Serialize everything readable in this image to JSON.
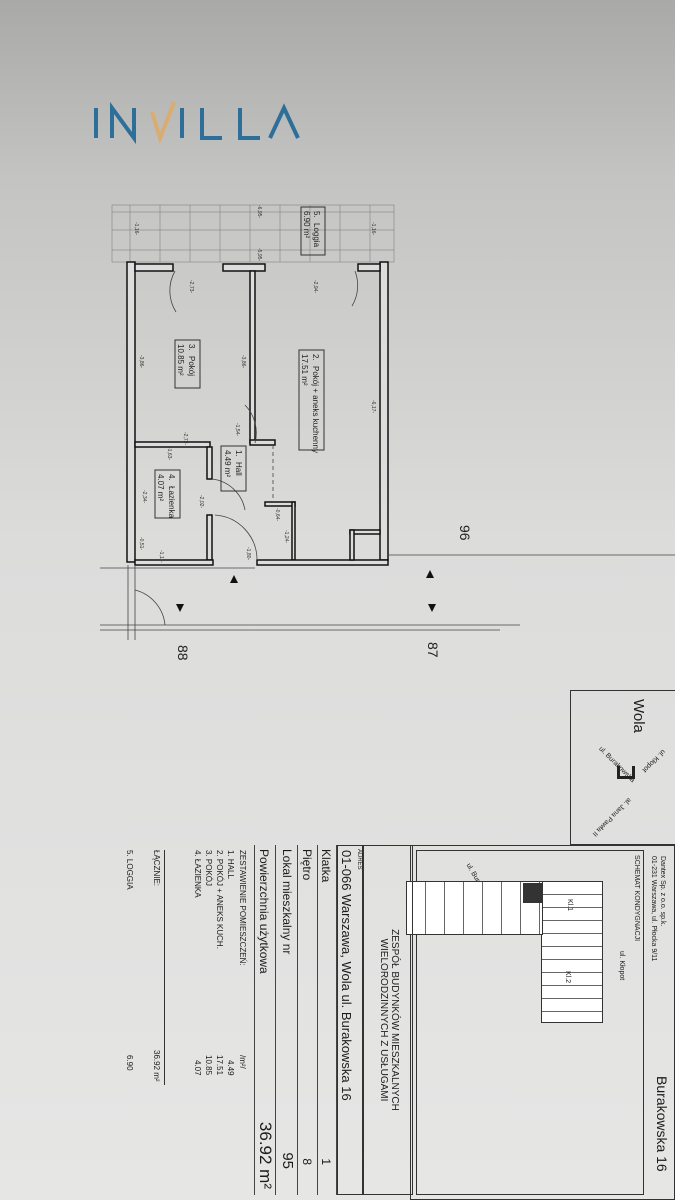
{
  "logo": {
    "text": "INVILLA",
    "brand_color": "#2e6f9a",
    "accent_color": "#d9ad72"
  },
  "floor_plan": {
    "rooms": [
      {
        "number": "1.",
        "name": "Hall",
        "area": "4.49 m²"
      },
      {
        "number": "2.",
        "name": "Pokój + aneks kuchenny",
        "area": "17.51 m²"
      },
      {
        "number": "3.",
        "name": "Pokój",
        "area": "10.85 m²"
      },
      {
        "number": "4.",
        "name": "Łazienka",
        "area": "4.07 m²"
      },
      {
        "number": "5.",
        "name": "Loggia",
        "area": "6.90 m²"
      }
    ],
    "dimensions": [
      "-2,73-",
      "-2,94-",
      "-3,86-",
      "-3,86-",
      "-6,17-",
      "-2,72-",
      "-1,63-",
      "-1,54-",
      "-2,34-",
      "-2,02-",
      "-0,51-",
      "-1,11-",
      "-1,24-",
      "-1,80-",
      "-0,64-",
      "-1,16-",
      "-1,16-",
      "-6,95-",
      "-5,95-"
    ],
    "unit_numbers": [
      "96",
      "87",
      "88"
    ]
  },
  "map": {
    "district": "Wola",
    "streets": [
      "ul. Kłopot",
      "ul. Burakowska",
      "al. Jana Pawła II"
    ]
  },
  "company": {
    "name": "Dantex Sp. z o.o. sp.k.",
    "address": "01-231 Warszawa, ul. Płocka 9/11",
    "project": "Burakowska 16",
    "schema_label": "SCHEMAT KONDYGNACJI",
    "site_streets": [
      "ul. Kłopot",
      "ul. Burakowska"
    ],
    "stairs": [
      "Kl.1",
      "Kl.2"
    ]
  },
  "info": {
    "title_line1": "ZESPÓŁ BUDYNKÓW MIESZKALNYCH",
    "title_line2": "WIELORODZINNYCH Z USŁUGAMI",
    "address_label": "ADRES",
    "address": "01-066 Warszawa, Wola ul. Burakowska 16",
    "fields": [
      {
        "label": "Klatka",
        "value": "1"
      },
      {
        "label": "Piętro",
        "value": "8"
      },
      {
        "label": "Lokal mieszkalny nr",
        "value": "95"
      },
      {
        "label": "Powierzchnia użytkowa",
        "value": "36.92 m²"
      }
    ],
    "rooms_header": "ZESTAWIENIE POMIESZCZEŃ:",
    "rooms_unit": "/m²/",
    "rooms": [
      {
        "label": "1. HALL",
        "value": "4.49"
      },
      {
        "label": "2. POKÓJ + ANEKS KUCH.",
        "value": "17.51"
      },
      {
        "label": "3. POKÓJ",
        "value": "10.85"
      },
      {
        "label": "4. ŁAZIENKA",
        "value": "4.07"
      }
    ],
    "total_label": "ŁĄCZNIE:",
    "total_value": "36.92 m²",
    "loggia_label": "5. LOGGIA",
    "loggia_value": "6.90"
  }
}
